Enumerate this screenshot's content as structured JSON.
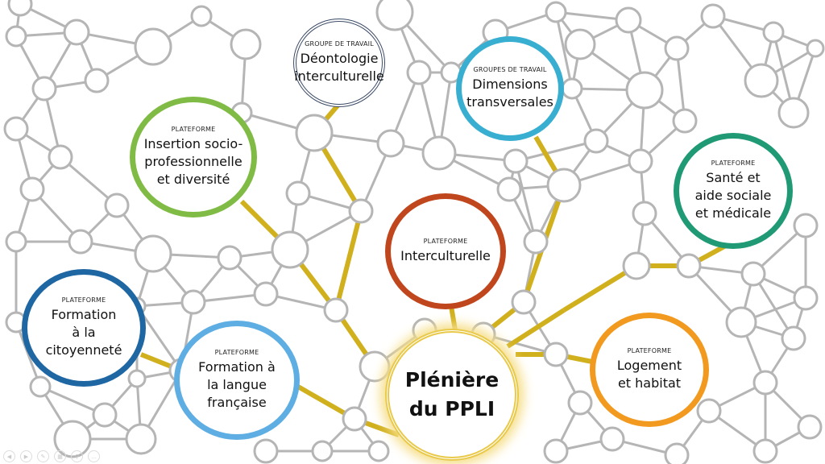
{
  "hubs": [
    {
      "id": "deontologie",
      "caption": "GROUPE DE TRAVAIL",
      "title": "Déontologie\ninterculturelle",
      "color": "#3b4a66"
    },
    {
      "id": "dimensions",
      "caption": "GROUPES DE TRAVAIL",
      "title": "Dimensions\ntransversales",
      "color": "#38aed1"
    },
    {
      "id": "insertion",
      "caption": "PLATEFORME",
      "title": "Insertion socio-\nprofessionnelle\net diversité",
      "color": "#80bc45"
    },
    {
      "id": "sante",
      "caption": "PLATEFORME",
      "title": "Santé et\naide sociale\net médicale",
      "color": "#1f9a74"
    },
    {
      "id": "interculturelle",
      "caption": "PLATEFORME",
      "title": "Interculturelle",
      "color": "#c0461d"
    },
    {
      "id": "citoyennete",
      "caption": "PLATEFORME",
      "title": "Formation\nà la\ncitoyenneté",
      "color": "#1f67a3"
    },
    {
      "id": "langue",
      "caption": "PLATEFORME",
      "title": "Formation à\nla langue\nfrançaise",
      "color": "#5eaee4"
    },
    {
      "id": "logement",
      "caption": "PLATEFORME",
      "title": "Logement\net habitat",
      "color": "#f29a1f"
    }
  ],
  "center": {
    "title": "Plénière\ndu PPLI",
    "color": "#f3dc7a"
  },
  "colors": {
    "network": "#b5b5b5",
    "path": "#d1b01e"
  },
  "controls": [
    "prev-icon",
    "next-icon",
    "pen-icon",
    "slides-icon",
    "zoom-icon",
    "more-icon"
  ]
}
